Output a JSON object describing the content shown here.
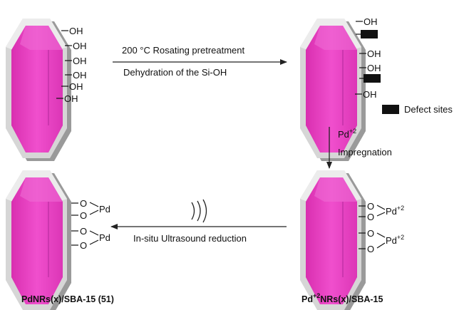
{
  "colors": {
    "crystal_face": "#e83fc0",
    "crystal_edge": "#d0d0d0",
    "crystal_shadow": "#9c9c9c",
    "defect": "#111111",
    "arrow": "#222222"
  },
  "steps": {
    "step1": {
      "line1": "200 °C Rosating pretreatment",
      "line2": "Dehydration of the Si-OH"
    },
    "step2": {
      "line1_base": "Pd",
      "line1_sup": "+2",
      "line2": "Impregnation"
    },
    "step3": {
      "line1": "In-situ Ultrasound reduction",
      "ultrasound_icon": "ultrasound-waves-icon"
    }
  },
  "groups": {
    "oh": "OH",
    "o": "O",
    "pd": "Pd",
    "pd2_base": "Pd",
    "pd2_sup": "+2"
  },
  "legend": {
    "defect_label": "Defect sites"
  },
  "captions": {
    "bottom_left": "PdNRs(x)/SBA-15 (51)",
    "bottom_right_prefix": "Pd",
    "bottom_right_sup": "+2",
    "bottom_right_rest": "NRs(x)/SBA-15"
  }
}
